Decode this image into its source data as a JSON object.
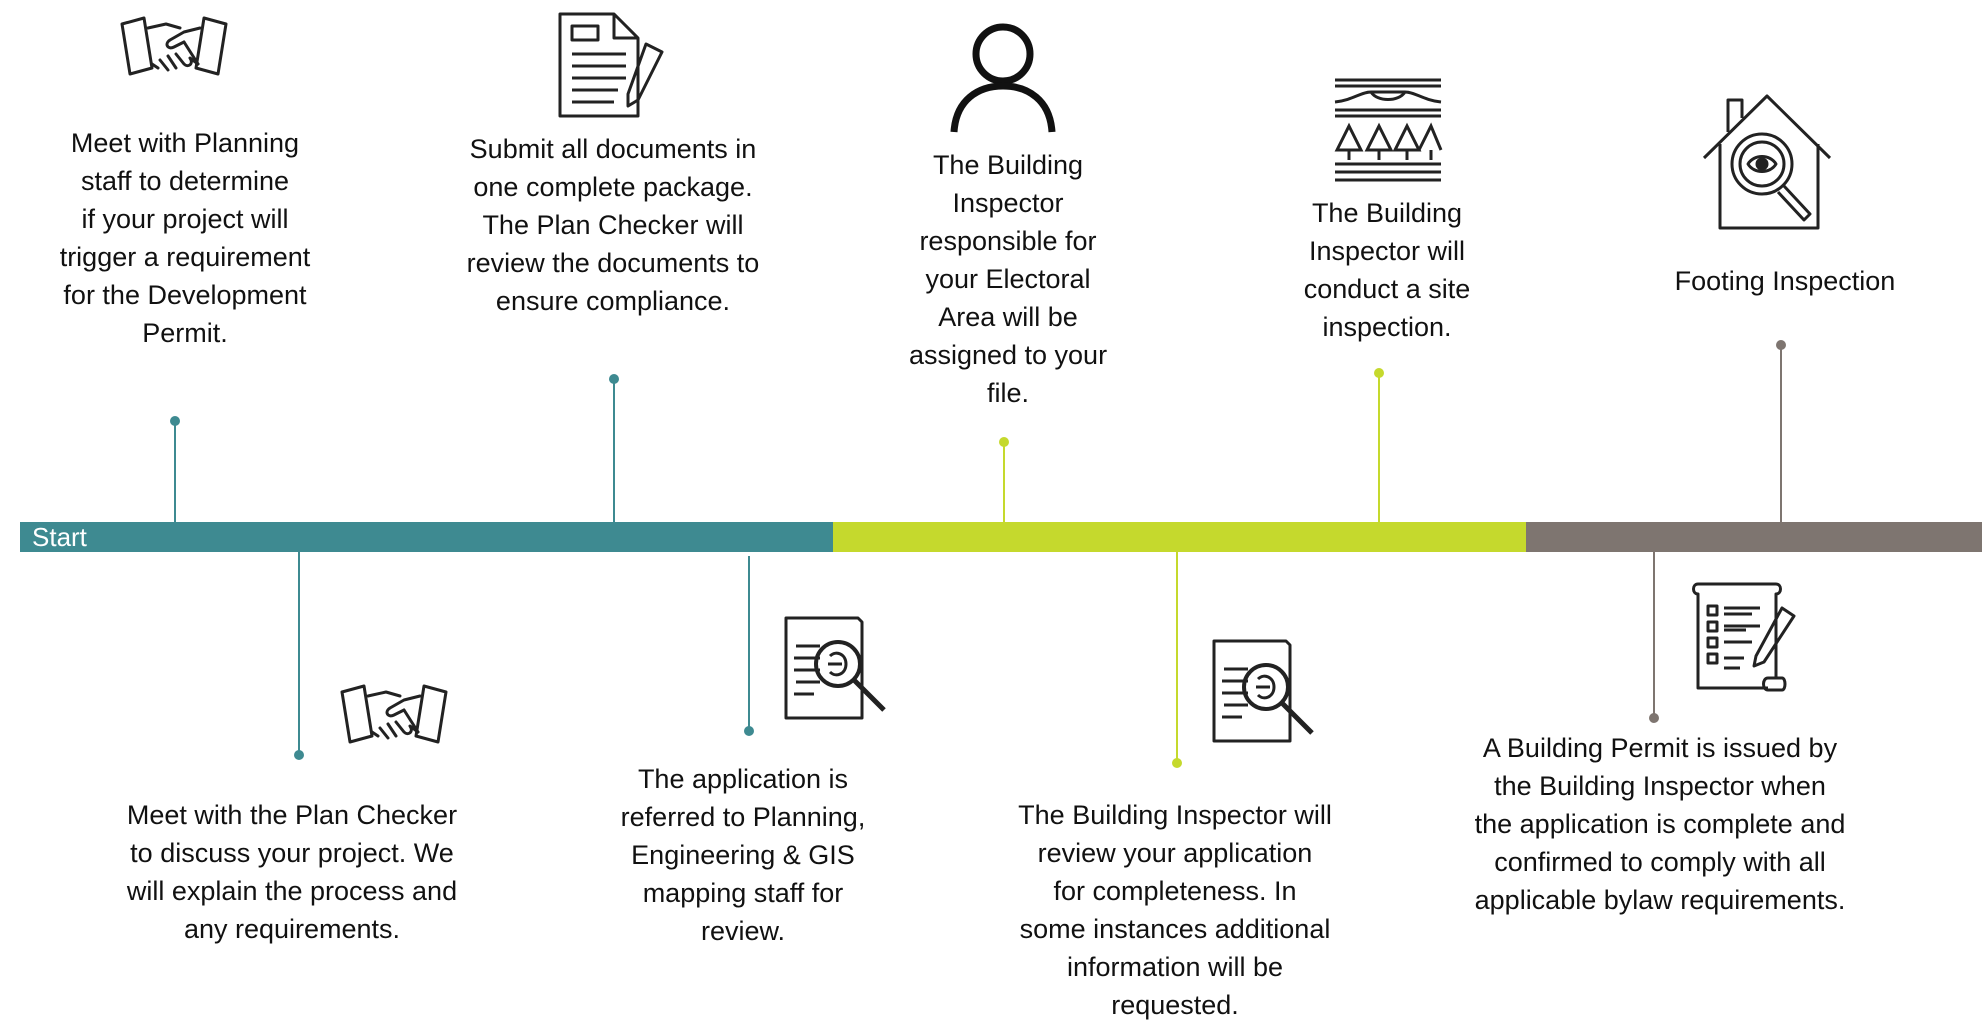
{
  "timeline": {
    "start_label": "Start",
    "colors": {
      "teal": "#3e8a91",
      "lime": "#c5d92d",
      "gray": "#7e7570"
    }
  },
  "steps": {
    "planning_meeting": "Meet with Planning\nstaff to determine\nif your project will\ntrigger a requirement\nfor the Development\nPermit.",
    "plan_checker_meeting": "Meet with the Plan Checker\nto discuss your project. We\nwill explain the process and\nany requirements.",
    "submit_documents": "Submit all documents in\none complete package.\nThe Plan Checker will\nreview the documents to\nensure compliance.",
    "referral": "The application is\nreferred to Planning,\nEngineering & GIS\nmapping staff for\nreview.",
    "inspector_assigned": "The Building\nInspector\nresponsible for\nyour Electoral\nArea will be\nassigned to your\nfile.",
    "completeness_review": "The Building Inspector will\nreview your application\nfor completeness. In\nsome instances additional\ninformation will be\nrequested.",
    "site_inspection": "The Building\nInspector will\nconduct a site\ninspection.",
    "permit_issued": "A Building Permit is issued by\nthe Building Inspector when\nthe application is complete and\nconfirmed to comply with all\napplicable bylaw requirements.",
    "footing_inspection": "Footing Inspection"
  },
  "icons": {
    "planning_meeting": "handshake-icon",
    "plan_checker_meeting": "handshake-icon",
    "submit_documents": "document-pen-icon",
    "referral": "document-magnifier-icon",
    "inspector_assigned": "person-icon",
    "completeness_review": "document-magnifier-icon",
    "site_inspection": "site-landscape-icon",
    "permit_issued": "checklist-pen-icon",
    "footing_inspection": "house-inspection-icon"
  }
}
